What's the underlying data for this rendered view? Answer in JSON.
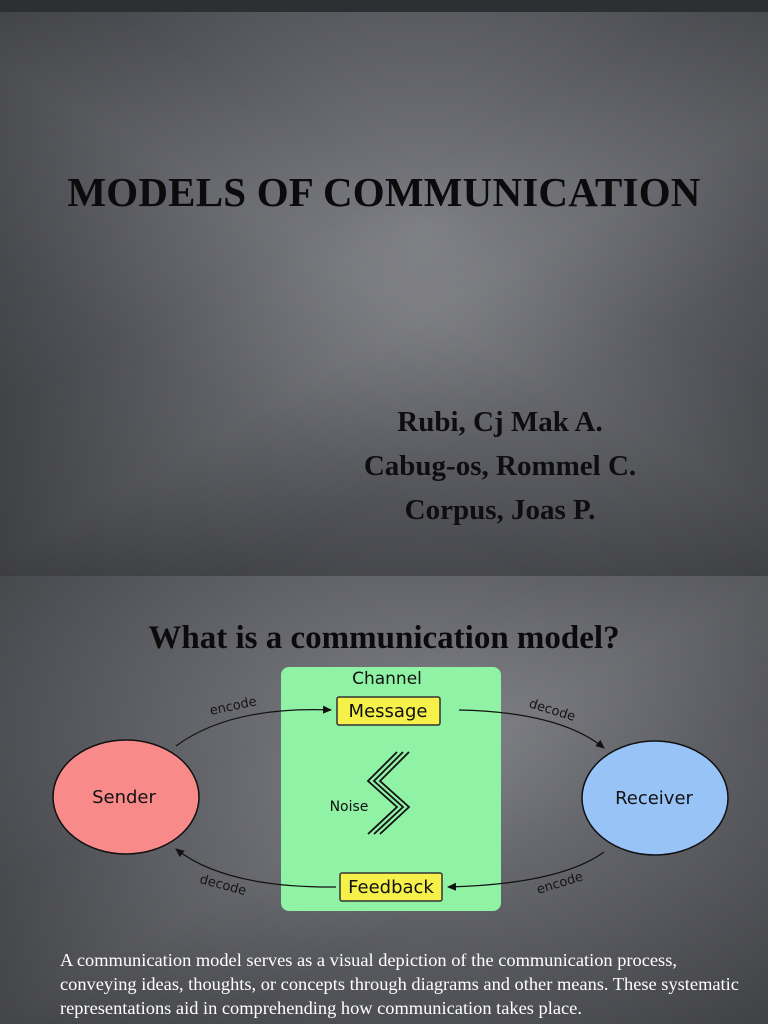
{
  "slide1": {
    "title": "MODELS OF COMMUNICATION",
    "authors": [
      "Rubi, Cj Mak A.",
      "Cabug-os, Rommel C.",
      "Corpus, Joas P."
    ]
  },
  "slide2": {
    "heading": "What is a communication model?",
    "diagram": {
      "channel_label": "Channel",
      "message_label": "Message",
      "feedback_label": "Feedback",
      "noise_label": "Noise",
      "sender_label": "Sender",
      "receiver_label": "Receiver",
      "encode_top": "encode",
      "decode_top": "decode",
      "decode_bottom": "decode",
      "encode_bottom": "encode"
    },
    "description": "A communication model serves as a visual depiction of the communication process, conveying ideas, thoughts, or concepts through diagrams and other means. These systematic representations aid in comprehending how communication takes place."
  }
}
